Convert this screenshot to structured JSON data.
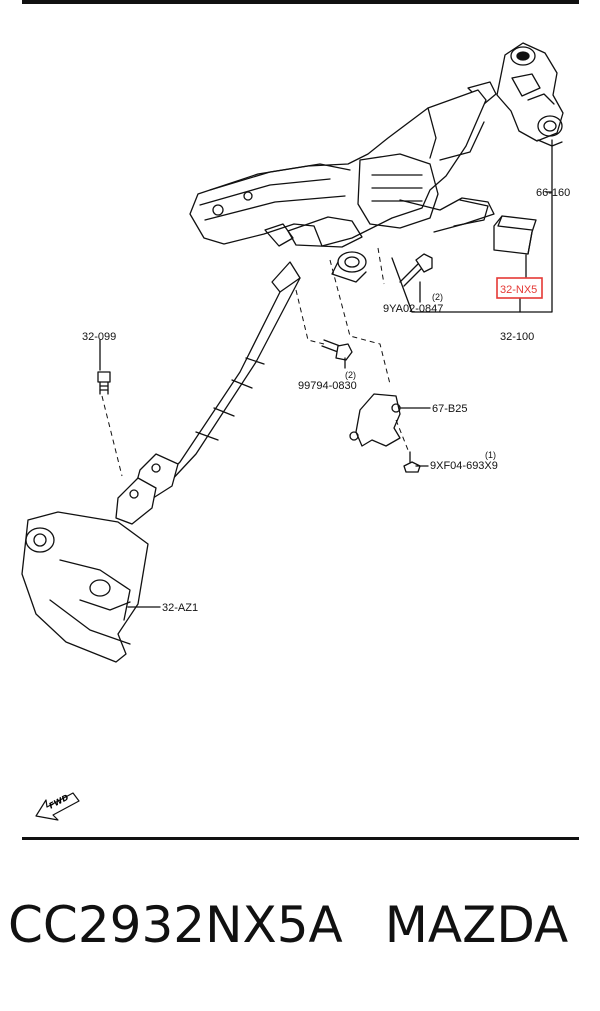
{
  "callouts": {
    "c66_160": "66-160",
    "c32_nx5": "32-NX5",
    "c32_100": "32-100",
    "c9ya02": "9YA02-0847",
    "c9ya02_qty": "(2)",
    "c32_099": "32-099",
    "c99794": "99794-0830",
    "c99794_qty": "(2)",
    "c67_b25": "67-B25",
    "c9xf04": "9XF04-693X9",
    "c9xf04_qty": "(1)",
    "c32_az1": "32-AZ1"
  },
  "fwd_label": "FWD",
  "highlight_color": "#e53935",
  "footer": {
    "part_number": "CC2932NX5A",
    "brand": "MAZDA"
  }
}
